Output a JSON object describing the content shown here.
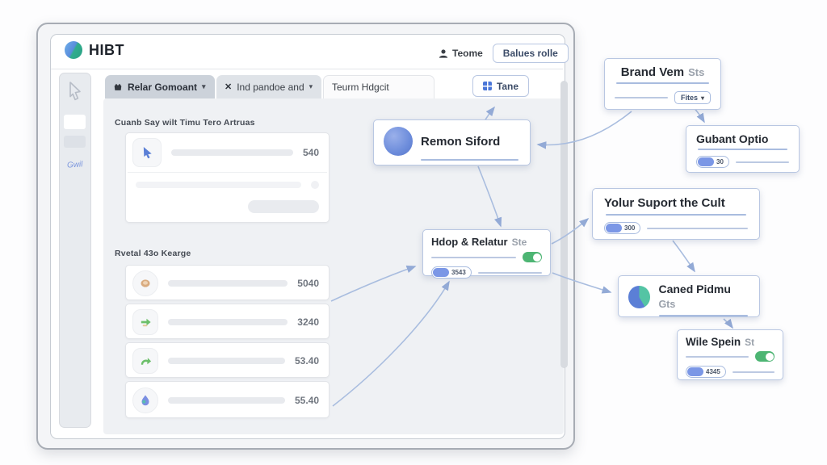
{
  "app": {
    "logo_text": "HIBT",
    "header": {
      "teams_label": "Teome",
      "balance_button_label": "Balues rolle"
    },
    "tabs": [
      {
        "label": "Relar Gomoant"
      },
      {
        "label": "Ind pandoe and"
      },
      {
        "label": "Teurm Hdgcit"
      }
    ],
    "tane_button_label": "Tane",
    "sidebar_note": "Gwil"
  },
  "icons": {
    "caret": "▾",
    "close": "✕"
  },
  "panel": {
    "section1": {
      "title": "Cuanb Say wilt Timu Tero Artruas",
      "rows": [
        {
          "icon": "pointer-icon",
          "value": "540"
        }
      ]
    },
    "section2": {
      "title": "Rvetal 43o Kearge",
      "rows": [
        {
          "icon": "location-blob-icon",
          "value": "5040"
        },
        {
          "icon": "arrow-right-icon",
          "value": "3240"
        },
        {
          "icon": "curved-arrow-icon",
          "value": "53.40"
        },
        {
          "icon": "droplet-icon",
          "value": "55.40"
        }
      ]
    }
  },
  "nodes": {
    "remon": {
      "title": "Remon Siford"
    },
    "hdop": {
      "title": "Hdop & Relatur",
      "suffix": "Ste",
      "badge": "3543"
    },
    "brand": {
      "title": "Brand Vem",
      "suffix": "Sts",
      "dropdown_label": "Fites"
    },
    "gubant": {
      "title": "Gubant Optio",
      "badge": "30"
    },
    "yolur": {
      "title": "Yolur Suport the Cult",
      "badge": "300"
    },
    "caned": {
      "title": "Caned Pidmu",
      "suffix": "Gts"
    },
    "wile": {
      "title": "Wile Spein",
      "suffix": "St",
      "badge": "4345"
    }
  },
  "colors": {
    "accent_blue": "#5b7fd6",
    "toggle_green": "#4db573",
    "connector": "#a9bddf",
    "badge_pill": "#7b97e6"
  }
}
